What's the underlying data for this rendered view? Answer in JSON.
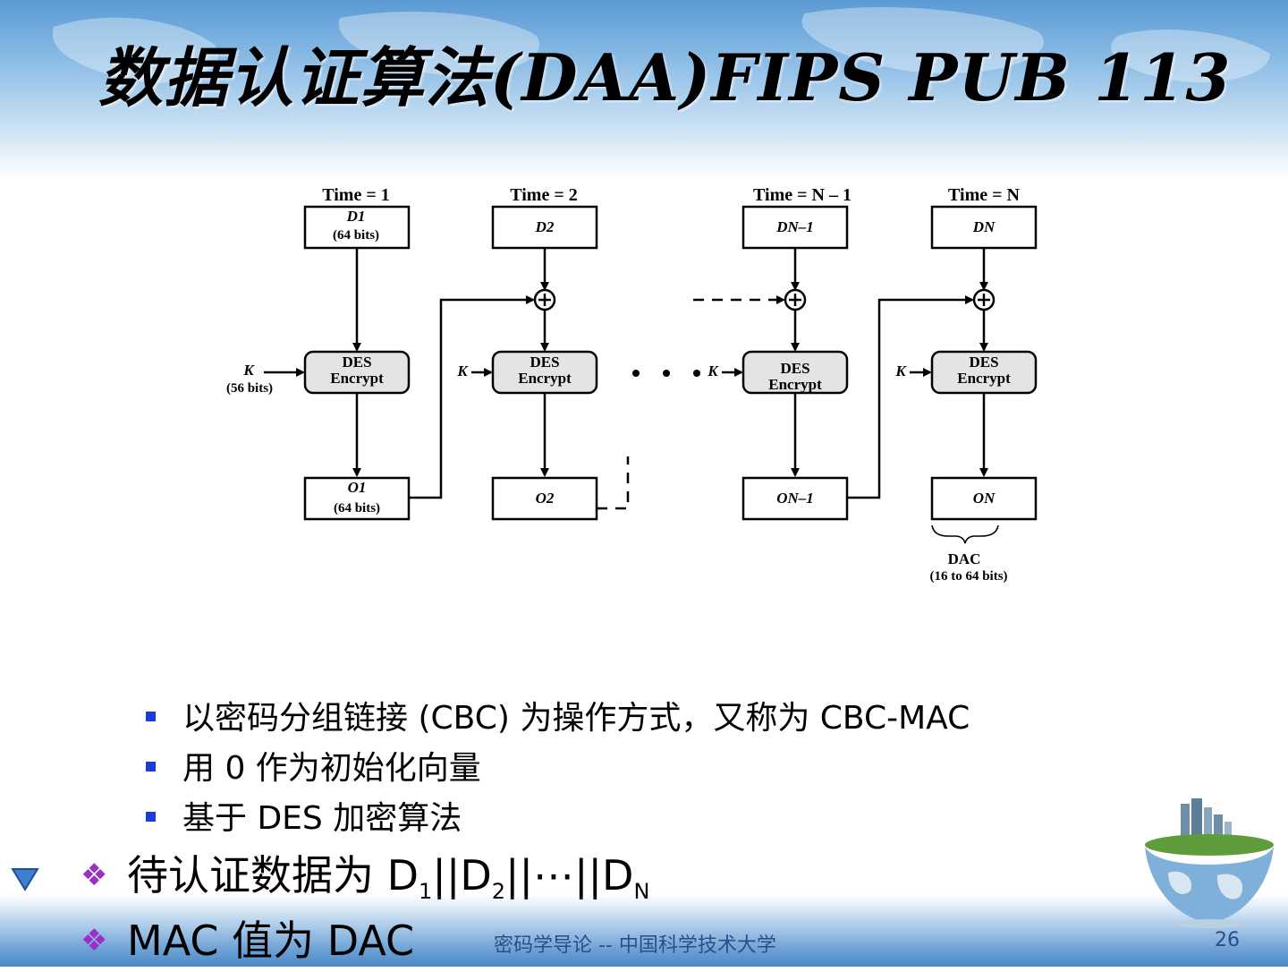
{
  "slide": {
    "title": "数据认证算法(DAA)FIPS PUB 113",
    "page_number": "26",
    "footer": "密码学导论 -- 中国科学技术大学"
  },
  "diagram": {
    "stages": [
      {
        "time_label": "Time = 1",
        "input": "D1",
        "input_note": "(64 bits)",
        "output": "O1",
        "output_note": "(64 bits)"
      },
      {
        "time_label": "Time = 2",
        "input": "D2",
        "output": "O2"
      },
      {
        "time_label": "Time = N – 1",
        "input": "DN–1",
        "output": "ON–1"
      },
      {
        "time_label": "Time = N",
        "input": "DN",
        "output": "ON"
      }
    ],
    "des_label_1": "DES",
    "des_label_2": "Encrypt",
    "key_label": "K",
    "key_note": "(56 bits)",
    "dac_label": "DAC",
    "dac_note": "(16 to 64 bits)"
  },
  "bullets": {
    "sub": [
      "以密码分组链接 (CBC) 为操作方式，又称为 CBC-MAC",
      "用 0 作为初始化向量",
      "基于 DES 加密算法"
    ],
    "main1_text": "待认证数据为 ",
    "main1_d": "D",
    "main1_sub1": "1",
    "main1_sep1": "||D",
    "main1_sub2": "2",
    "main1_sep2": "||⋯||D",
    "main1_subN": "N",
    "main2": "MAC 值为 DAC"
  },
  "colors": {
    "header_blue": "#5a9ad4",
    "bullet_square": "#1a3fd0",
    "diamond": "#9b30c8",
    "footer_text": "#2a4e8a"
  }
}
